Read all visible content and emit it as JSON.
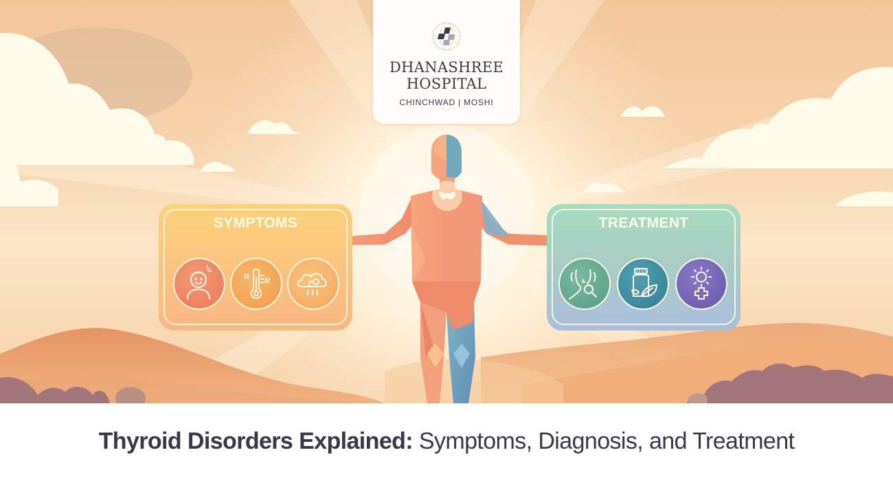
{
  "logo": {
    "name_line1": "DHANASHREE",
    "name_line2": "HOSPITAL",
    "locations": "CHINCHWAD | MOSHI",
    "icon": "globe-cross-logo-icon"
  },
  "illustration": {
    "figure": "human-body-figure",
    "highlight": "thyroid-gland",
    "colors": {
      "sky": "#f2c699",
      "cloud": "#fffbea",
      "hill": "#e9a06e",
      "shrub": "#9a6f7a",
      "figure_warm": "#f08f6e",
      "figure_cool": "#6fa9bf"
    }
  },
  "panels": {
    "symptoms": {
      "title": "SYMPTOMS",
      "color": "#fbc27f",
      "icons": [
        {
          "name": "fatigued-person-icon",
          "color": "#ec8563"
        },
        {
          "name": "thermometer-heat-icon",
          "color": "#f3a95a"
        },
        {
          "name": "cloud-weather-icon",
          "color": "#f4b06a"
        }
      ]
    },
    "treatment": {
      "title": "TREATMENT",
      "color": "#a8cdc4",
      "icons": [
        {
          "name": "neck-examination-icon",
          "color": "#5fa791"
        },
        {
          "name": "medicine-bottle-herb-icon",
          "color": "#3f8fa1"
        },
        {
          "name": "sun-health-cross-icon",
          "color": "#7568b8"
        }
      ]
    }
  },
  "caption": {
    "title_bold": "Thyroid Disorders Explained:",
    "title_regular": " Symptoms, Diagnosis, and Treatment"
  }
}
